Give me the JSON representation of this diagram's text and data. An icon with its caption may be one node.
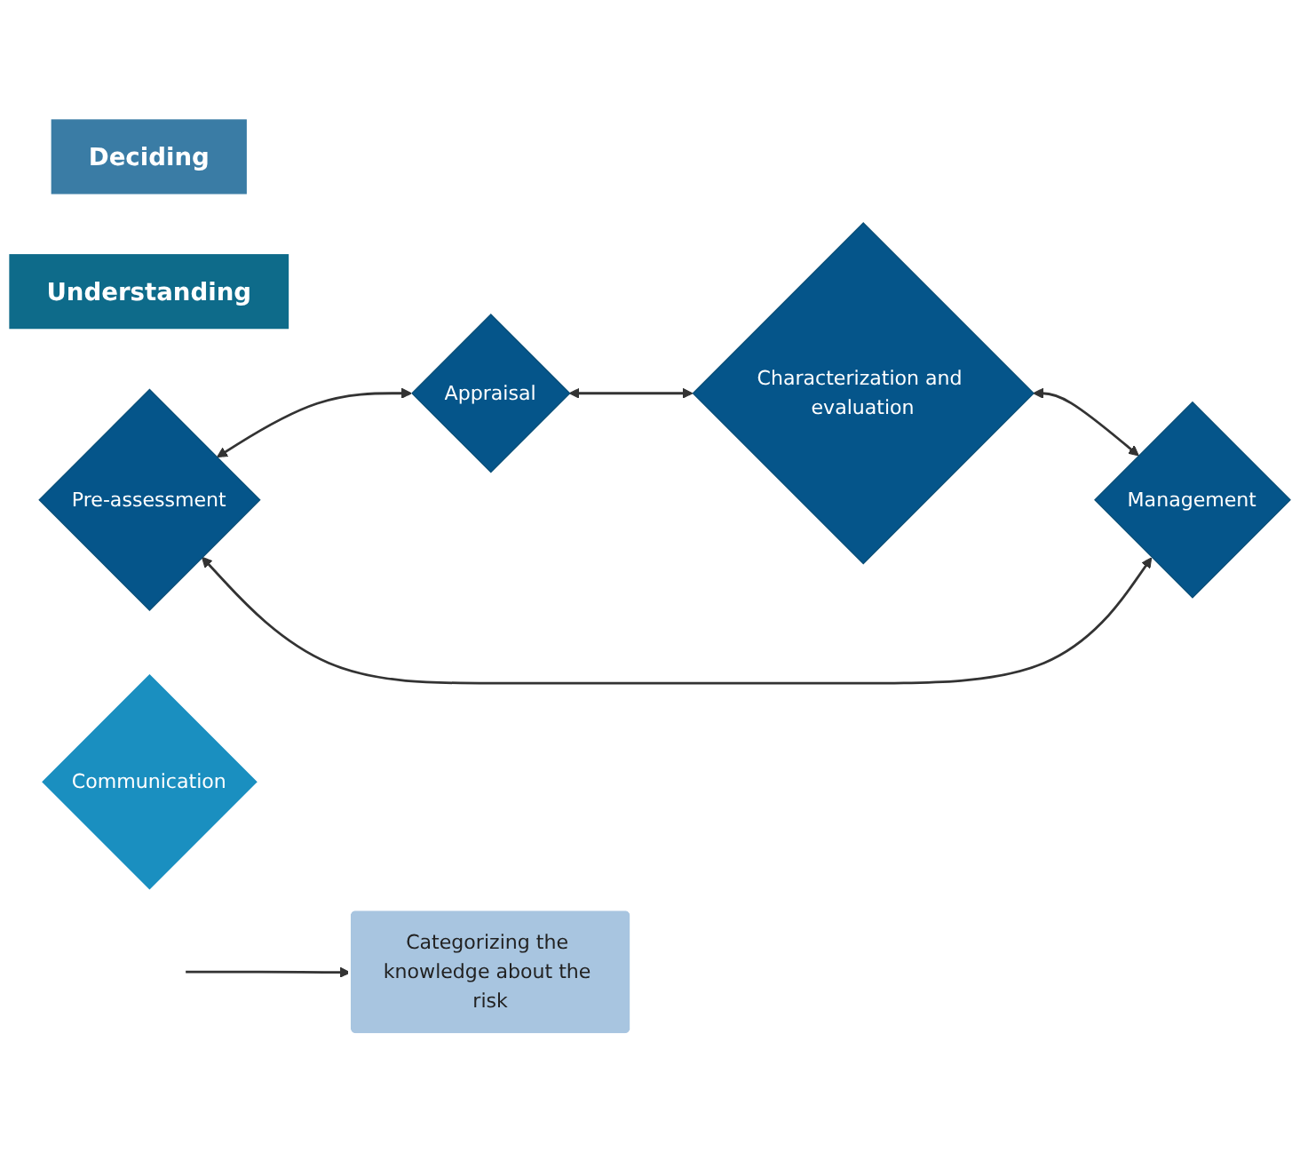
{
  "diagram": {
    "nodes": [
      {
        "text": [
          "Deciding"
        ]
      },
      {
        "text": [
          "Understanding"
        ]
      },
      {
        "text": [
          "Pre-assessment"
        ]
      },
      {
        "text": [
          "Management"
        ]
      },
      {
        "text": [
          "Communication"
        ]
      },
      {
        "text": [
          "Appraisal"
        ]
      },
      {
        "text": [
          "Characterization and evaluation"
        ]
      },
      {
        "text": [
          "Categorizing the knowledge about the risk"
        ]
      }
    ],
    "edges": [
      {
        "from": 2,
        "to": 5,
        "arrow": "both"
      },
      {
        "from": 5,
        "to": 6,
        "arrow": "both"
      },
      {
        "from": 6,
        "to": 3,
        "arrow": "both"
      },
      {
        "from": 3,
        "to": 2,
        "arrow": "both"
      },
      {
        "from": null,
        "to": 7,
        "arrow": "to"
      }
    ]
  }
}
